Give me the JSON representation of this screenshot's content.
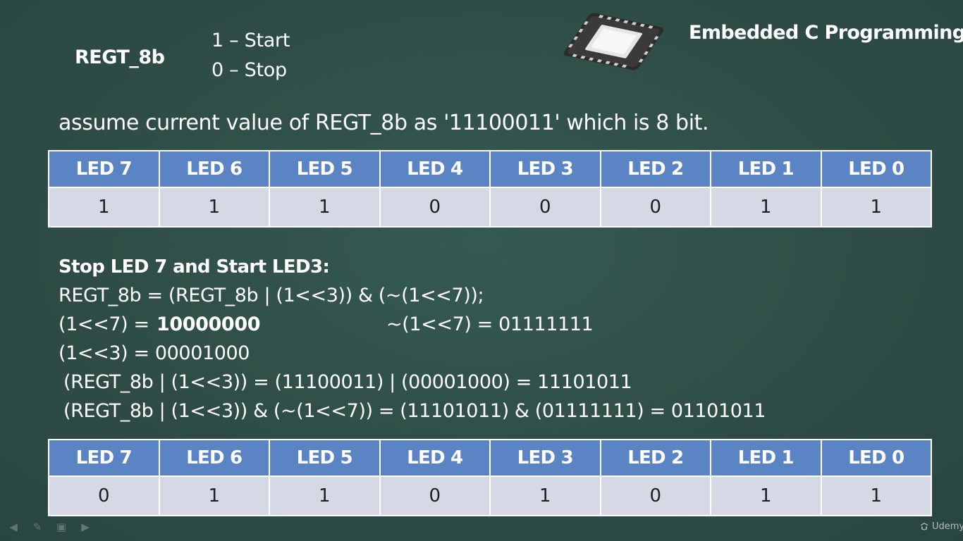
{
  "header": {
    "register_name": "REGT_8b",
    "legend": [
      "1 – Start",
      "0 – Stop"
    ],
    "course_title": "Embedded C Programming"
  },
  "assume_text": "assume current value of REGT_8b as '11100011' which is 8 bit.",
  "table_headers": [
    "LED 7",
    "LED 6",
    "LED 5",
    "LED 4",
    "LED 3",
    "LED 2",
    "LED 1",
    "LED 0"
  ],
  "table_before": [
    "1",
    "1",
    "1",
    "0",
    "0",
    "0",
    "1",
    "1"
  ],
  "code": {
    "heading": "Stop LED 7 and Start LED3:",
    "line1": "REGT_8b = (REGT_8b | (1<<3)) & (~(1<<7));",
    "line2_prefix": "(1<<7)   = ",
    "line2_value": "10000000",
    "line2_right": "~(1<<7) = 01111111",
    "line3": "(1<<3) = 00001000",
    "line4": "(REGT_8b | (1<<3)) =  (11100011) | (00001000) = 11101011",
    "line5": "(REGT_8b | (1<<3)) & (~(1<<7))  = (11101011) & (01111111) = 01101011"
  },
  "table_after": [
    "0",
    "1",
    "1",
    "0",
    "1",
    "0",
    "1",
    "1"
  ],
  "footer": {
    "brand": "Udemy"
  },
  "icons": {
    "chip": "microchip-icon",
    "toolbar": [
      "arrow-left-icon",
      "pen-icon",
      "screen-icon",
      "arrow-right-icon"
    ],
    "brand": "udemy-logo-icon"
  },
  "colors": {
    "background": "#2f4f48",
    "table_header": "#5b84c4",
    "table_cell": "#d4d9e5"
  }
}
